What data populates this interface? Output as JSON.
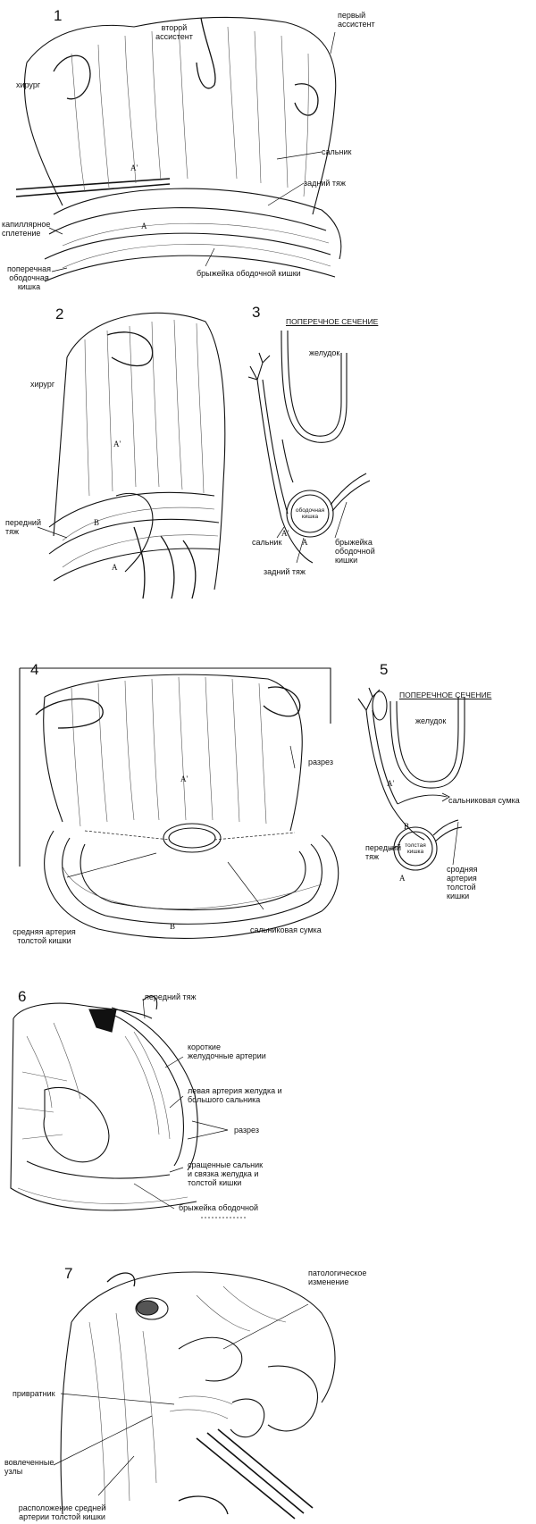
{
  "colors": {
    "ink": "#111111",
    "paper": "#ffffff",
    "hatch": "#555555"
  },
  "figures": {
    "f1": {
      "number": "1",
      "labels": {
        "second_assistant": "второй\nассистент",
        "first_assistant": "первый\nассистент",
        "surgeon": "хирург",
        "omentum": "сальник",
        "posterior_layer": "задний тяж",
        "capillary_plexus": "капиллярное\nсплетение",
        "transverse_colon": "поперечная\nободочная\nкишка",
        "mesocolon": "брыжейка ободочной кишки"
      },
      "markers": {
        "a_prime": "A'",
        "a": "A"
      }
    },
    "f2": {
      "number": "2",
      "labels": {
        "surgeon": "хирург",
        "anterior_layer": "передний\nтяж"
      },
      "markers": {
        "a_prime": "A'",
        "b": "B",
        "a": "A"
      }
    },
    "f3": {
      "number": "3",
      "header": "ПОПЕРЕЧНОЕ СЕЧЕНИЕ",
      "labels": {
        "stomach": "желудок",
        "colon_inner": "ободочная\nкишка",
        "omentum": "сальник",
        "mesocolon": "брыжейка\nободочной\nкишки",
        "posterior_layer": "задний тяж"
      },
      "markers": {
        "a_prime": "A'",
        "a": "A"
      }
    },
    "f4": {
      "number": "4",
      "labels": {
        "incision": "разрез",
        "middle_colic_artery": "средняя артерия\nтолстой кишки",
        "omental_bursa": "сальниковая сумка"
      },
      "markers": {
        "a_prime": "A'",
        "b": "B"
      }
    },
    "f5": {
      "number": "5",
      "header": "ПОПЕРЕЧНОЕ СЕЧЕНИЕ",
      "labels": {
        "stomach": "желудок",
        "omental_bursa": "сальниковая сумка",
        "colon_inner": "толстая\nкишка",
        "anterior_layer": "передний\nтяж",
        "middle_colic_artery": "срoдняя\nартерия\nтолстой\nкишки"
      },
      "markers": {
        "a_prime": "A'",
        "b": "B",
        "a": "A"
      }
    },
    "f6": {
      "number": "6",
      "labels": {
        "anterior_layer": "передний тяж",
        "short_gastric": "короткие\nжелудочные артерии",
        "left_gastroepiploic": "левая артерия желудка и\nбольшого сальника",
        "incision": "разрез",
        "fused_omentum": "сращенные сальник\nи связка желудка и\nтолстой кишки",
        "mesocolon": "брыжейка ободочной"
      }
    },
    "f7": {
      "number": "7",
      "labels": {
        "pathology": "патологическое\nизменение",
        "pylorus": "привратник",
        "involved_nodes": "вовлеченные\nузлы",
        "mca_location": "расположение средней\nартерии толстой кишки"
      }
    }
  }
}
